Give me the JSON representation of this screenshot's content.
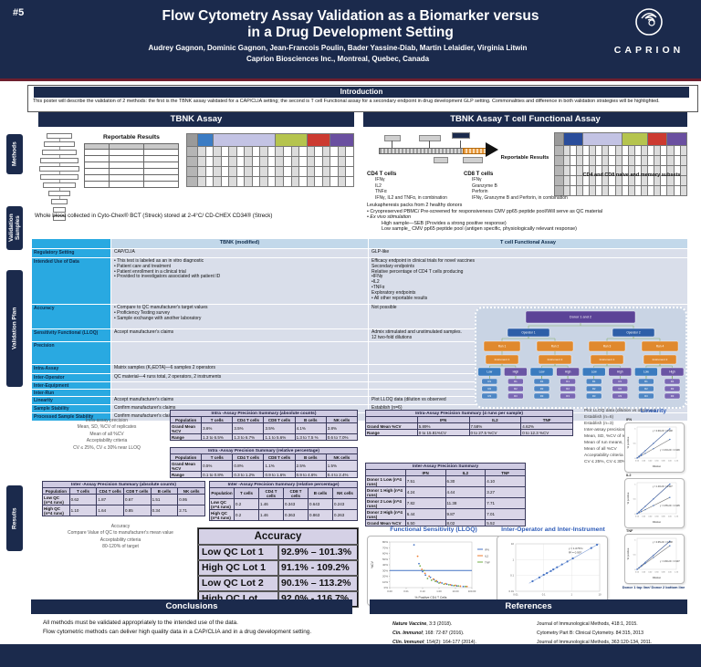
{
  "colors": {
    "navy": "#1b2a4c",
    "label_blue": "#29a9e1",
    "maroon": "#6e1f2e",
    "lavender": "#dad6e8",
    "chart_blue": "#2d5bb8",
    "series": [
      "#4472c4",
      "#ed7d31",
      "#70ad47"
    ]
  },
  "header": {
    "poster_number": "#5",
    "title_line1": "Flow Cytometry Assay Validation as a Biomarker versus",
    "title_line2": "in a Drug Development Setting",
    "authors": "Audrey Gagnon, Dominic Gagnon, Jean-Francois Poulin, Bader Yassine-Diab, Martin Lelaidier, Virginia Litwin",
    "affiliation": "Caprion Biosciences Inc., Montreal, Quebec, Canada",
    "logo_text": "CAPRION"
  },
  "intro": {
    "heading": "Introduction",
    "text": "This poster will describe the validation of 2 methods: the first is the TBNK assay validated for a CAP/CLIA setting; the second is T cell Functional assay for a secondary endpoint in drug development GLP setting. Commonalities and difference in both validation strategies will be highlighted."
  },
  "columns": {
    "tbnk_title": "TBNK Assay",
    "tcell_title": "TBNK Assay T cell Functional Assay"
  },
  "sidebar": {
    "items": [
      {
        "label": "Methods"
      },
      {
        "label": "Validation Samples"
      },
      {
        "label": "Validation Plan"
      },
      {
        "label": "Results"
      }
    ]
  },
  "methods": {
    "left": {
      "reportable_title": "Reportable Results",
      "gating_groups": [
        {
          "color": "#3b7cc4",
          "span": 2
        },
        {
          "color": "#c3c3e4",
          "span": 8
        },
        {
          "color": "#b5c44e",
          "span": 4
        },
        {
          "color": "#cc3a30",
          "span": 3
        },
        {
          "color": "#6a4fa0",
          "span": 3
        }
      ],
      "gating_rows": 4
    },
    "right": {
      "reportable_label": "Reportable Results",
      "cd4_title": "CD4 T cells",
      "cd4_items": [
        "IFNγ",
        "IL2",
        "TNFα",
        "IFNγ, IL2 and TNFα, in combination"
      ],
      "cd8_title": "CD8 T cells",
      "cd8_items": [
        "IFNγ",
        "Granzyme B",
        "Perforin",
        "IFNγ, Granzyme B and Perforin, in combination"
      ],
      "subsets_caption": "CD4 and CD8 naïve and memory subsets",
      "gating_groups": [
        {
          "color": "#2a4d9b",
          "span": 3
        },
        {
          "color": "#c3c3e4",
          "span": 6
        },
        {
          "color": "#b5c44e",
          "span": 4
        },
        {
          "color": "#cc3a30",
          "span": 3
        },
        {
          "color": "#6a4fa0",
          "span": 3
        }
      ],
      "gating_rows": 5
    }
  },
  "validation_samples": {
    "left": "Whole blood collected in Cyto-Chex® BCT (Streck) stored at 2-4°C/ CD-CHEX CD34® (Streck)",
    "right_lines": [
      "Leukapheresis packs from 2 healthy donors",
      "Cryopreserved PBMC/ Pre-screened for responsiveness CMV pp65 peptide pool/Will serve as QC material",
      "Ex vivo stimulation",
      "High sample—SEB (Provides a strong positive response)",
      "Low sample_ CMV pp65 peptide pool (antigen specific, physiologically relevant response)"
    ]
  },
  "validation_plan": {
    "col1_header": "TBNK (modified)",
    "col2_header": "T cell Functional Assay",
    "rows": [
      {
        "label": "Regulatory Setting",
        "tbnk": [
          "CAP/CLIA"
        ],
        "tcell": [
          "GLP-like"
        ]
      },
      {
        "label": "Intended Use of Data",
        "tbnk": [
          "•  This test is labeled as an in vitro diagnostic",
          "•  Patient care and treatment",
          "•  Patient enrollment in a clinical trial",
          "•  Provided to investigators associated with patient ID"
        ],
        "tcell": [
          "Efficacy endpoint in clinical trials for novel vaccines",
          "Secondary endpoints",
          "Relative percentage of CD4 T cells producing",
          "•IFNγ",
          "•IL2",
          "•TNFα",
          "Exploratory endpoints",
          "•  All other reportable results"
        ]
      },
      {
        "label": "Accuracy",
        "tbnk": [
          "•  Compare to QC manufacturer's target values",
          "•  Proficiency Testing survey",
          "•  Sample exchange with another laboratory"
        ],
        "tcell": [
          "Not possible"
        ]
      },
      {
        "label": "Sensitivity Functional (LLOQ)",
        "tbnk": [
          "Accept manufacturer's claims"
        ],
        "tcell": [
          "Admix stimulated and unstimulated samples.",
          "12 two-fold dilutions"
        ]
      },
      {
        "label": "Precision",
        "tbnk": [],
        "tcell": []
      },
      {
        "label": "Intra-Assay",
        "tbnk": [
          "Matrix samples (K₂EDTA)—6 samples 2 operators"
        ],
        "tcell": []
      },
      {
        "label": "Inter-Operator",
        "tbnk": [
          "QC material—4 runs total, 2 operators, 2 instruments"
        ],
        "tcell": []
      },
      {
        "label": "Inter-Equipment",
        "tbnk": [],
        "tcell": []
      },
      {
        "label": "Inter-Run",
        "tbnk": [],
        "tcell": []
      },
      {
        "label": "Linearity",
        "tbnk": [
          "Accept manufacturer's claims"
        ],
        "tcell": [
          "Plot LLOQ data (dilution vs observed"
        ]
      },
      {
        "label": "Sample Stability",
        "tbnk": [
          "Confirm manufacturer's claims"
        ],
        "tcell": [
          "Establish (n=6)"
        ]
      },
      {
        "label": "Processed Sample Stability",
        "tbnk": [
          "Confirm manufacturer's claims"
        ],
        "tcell": [
          "Establish (n=3)"
        ]
      }
    ],
    "tree": {
      "root": "Donor 1 and 2",
      "operators": [
        "Operator 1",
        "Operator 2"
      ],
      "runs": [
        "Run 1",
        "Run 2",
        "Run 3",
        "Run 4"
      ],
      "instruments": [
        "Instrument 1",
        "Instrument 2",
        "Instrument 1",
        "Instrument 2"
      ],
      "levels": [
        "Low",
        "High"
      ],
      "replicates": [
        "R1",
        "R2",
        "R3"
      ]
    }
  },
  "results": {
    "left": {
      "intra_note": [
        "Intra-assay precision",
        "Mean, SD, %CV of replicates",
        "Mean of all %CV",
        "Acceptability criteria",
        "CV ≤ 25%, CV ≤ 30% near LLOQ"
      ],
      "intra_abs": {
        "title": "Intra -Assay Precision Summary (absolute counts)",
        "headers": [
          "Population",
          "T cells",
          "CD4 T cells",
          "CD8 T cells",
          "B cells",
          "NK cells"
        ],
        "rows": [
          [
            "Grand Mean %CV",
            "3.6%",
            "3.5%",
            "3.5%",
            "4.1%",
            "3.8%"
          ],
          [
            "Range",
            "1.3 to 6.5%",
            "1.3 to 6.7%",
            "1.1 to 5.6%",
            "1.3 to 7.5 %",
            "0.6 to 7.0%"
          ]
        ]
      },
      "intra_rel": {
        "title": "Intra -Assay Precision Summary (relative percentage)",
        "headers": [
          "Population",
          "T cells",
          "CD4 T cells",
          "CD8 T cells",
          "B cells",
          "NK cells"
        ],
        "rows": [
          [
            "Grand Mean %CV",
            "0.5%",
            "0.8%",
            "1.1%",
            "2.5%",
            "1.5%"
          ],
          [
            "Range",
            "0.1 to 0.8%",
            "0.3 to 1.2%",
            "0.9 to 1.6%",
            "0.9 to 4.6%",
            "0.4 to 2.4%"
          ]
        ]
      },
      "inter_abs": {
        "title": "Inter -Assay Precision Summary (absolute counts)",
        "headers": [
          "Population",
          "T cells",
          "CD4 T cells",
          "CD8 T cells",
          "B cells",
          "NK cells"
        ],
        "rows": [
          [
            "Low QC (n=4 runs)",
            "0.62",
            "1.87",
            "0.67",
            "1.51",
            "0.95"
          ],
          [
            "High QC (n=4 runs)",
            "1.10",
            "1.64",
            "0.85",
            "0.34",
            "2.71"
          ]
        ]
      },
      "inter_rel": {
        "title": "Inter -Assay Precision Summary (relative percentage)",
        "headers": [
          "Population",
          "T cells",
          "CD4 T cells",
          "CD8 T cells",
          "B cells",
          "NK cells"
        ],
        "rows": [
          [
            "Low QC (n=4 runs)",
            "0.2",
            "1.46",
            "0.343",
            "0.643",
            "0.243"
          ],
          [
            "High QC (n=4 runs)",
            "0.2",
            "1.46",
            "0.363",
            "0.863",
            "0.263"
          ]
        ]
      },
      "accuracy_note": [
        "Accuracy",
        "Compare Value of QC to manufacturer's mean value",
        "Acceptability criteria",
        "80-120% of target"
      ],
      "accuracy": {
        "title": "Accuracy",
        "rows": [
          [
            "Low QC Lot 1",
            "92.9% – 101.3%"
          ],
          [
            "High QC Lot 1",
            "91.1% - 109.2%"
          ],
          [
            "Low QC Lot 2",
            "90.1% – 113.2%"
          ],
          [
            "High QC Lot",
            "92.0% - 116.7%"
          ]
        ]
      }
    },
    "right": {
      "intra": {
        "title": "Intra-Assay Precision Summary (4 runs per sample)",
        "headers": [
          "",
          "IFN",
          "IL2",
          "TNF"
        ],
        "rows": [
          [
            "Grand Mean %CV",
            "5.89%",
            "7.58%",
            "4.62%"
          ],
          [
            "Range",
            "0 to 15.81%CV",
            "0 to 27.5 %CV",
            "0 to 12.3 %CV"
          ]
        ]
      },
      "note": [
        "Plot LLOQ data (dilution vs observed",
        "Establish (n=6)",
        "Establish (n=3)",
        "Inter-assay precision",
        "Mean, SD, %CV of replicates",
        "Mean of run means, SD, %CV",
        "Mean of all %CV",
        "Acceptability criteria",
        "CV ≤ 25%, CV ≤ 30% near LLOQ"
      ],
      "inter": {
        "title": "Inter-Assay Precision Summary",
        "headers": [
          "",
          "IFN",
          "IL2",
          "TNF"
        ],
        "rows": [
          [
            "Donor 1 Low (n=4 runs)",
            "7.51",
            "6.30",
            "4.10"
          ],
          [
            "Donor 1 High (n=4 runs)",
            "4.24",
            "4.44",
            "3.27"
          ],
          [
            "Donor 2 Low (n=4 runs)",
            "7.82",
            "11.38",
            "7.71"
          ],
          [
            "Donor 2 High (n=4 runs)",
            "6.44",
            "9.87",
            "7.01"
          ],
          [
            "Grand Mean %CV",
            "6.50",
            "8.02",
            "5.52"
          ]
        ]
      }
    }
  },
  "conclusions": {
    "heading": "Conclusions",
    "lines": [
      "All methods must be validated appropriately to the intended use of the data.",
      "Flow cytometric methods can deliver high quality data in a CAP/CLIA and in a drug development setting."
    ]
  },
  "references": {
    "heading": "References",
    "col1": [
      {
        "source": "Nature Vaccine",
        "rest": ", 3:3 (2018)."
      },
      {
        "source": "Cin. Immunol",
        "rest": "; 168: 72-87 (2016)."
      },
      {
        "source": "Clin. Immunol",
        "rest": "; 154(2): 164-177 (2014)."
      }
    ],
    "col2": [
      "Journal of Immunological Methods, 418:1, 2015.",
      "Cytometry Part B: Clinical Cytometry. 84:315, 2013",
      "Journal of Immunological Methods, 363:120-134, 2011."
    ]
  },
  "chart_data": [
    {
      "id": "lloq",
      "type": "scatter",
      "title": "Functional Sensitivity (LLOQ)",
      "xlabel": "% Positive CD4 T Cells",
      "ylabel": "%CV",
      "x_scale": "log",
      "x_ticks": [
        "0.00",
        "0.01",
        "0.10",
        "1.00",
        "10.00",
        "100.00"
      ],
      "y_ticks": [
        "0%",
        "10%",
        "20%",
        "30%",
        "40%",
        "50%",
        "60%",
        "70%",
        "80%"
      ],
      "ylim": [
        0,
        80
      ],
      "threshold_y": 30,
      "legend": [
        "IFN",
        "IL2",
        "TNF"
      ],
      "series": [
        {
          "name": "IFN",
          "points": [
            [
              0.03,
              75
            ],
            [
              0.06,
              42
            ],
            [
              0.1,
              28
            ],
            [
              0.15,
              22
            ],
            [
              0.3,
              18
            ],
            [
              0.5,
              14
            ],
            [
              0.8,
              10
            ],
            [
              1.5,
              8
            ],
            [
              3,
              6
            ],
            [
              6,
              4
            ],
            [
              12,
              3
            ],
            [
              30,
              2
            ]
          ]
        },
        {
          "name": "IL2",
          "points": [
            [
              0.05,
              55
            ],
            [
              0.09,
              32
            ],
            [
              0.14,
              25
            ],
            [
              0.25,
              20
            ],
            [
              0.45,
              15
            ],
            [
              0.7,
              12
            ],
            [
              1.2,
              9
            ],
            [
              2.5,
              7
            ],
            [
              5,
              5
            ],
            [
              10,
              4
            ],
            [
              20,
              2.5
            ],
            [
              50,
              2
            ]
          ]
        },
        {
          "name": "TNF",
          "points": [
            [
              0.07,
              38
            ],
            [
              0.12,
              30
            ],
            [
              0.2,
              16
            ],
            [
              0.35,
              13
            ],
            [
              0.6,
              11
            ],
            [
              1,
              8
            ],
            [
              2,
              6
            ],
            [
              4,
              5
            ],
            [
              8,
              3.5
            ],
            [
              15,
              3
            ],
            [
              40,
              2
            ]
          ]
        }
      ]
    },
    {
      "id": "interop",
      "type": "scatter",
      "title": "Inter-Operator and Inter-Instrument",
      "x_scale": "log",
      "y_scale": "log",
      "x_ticks": [
        "0.01",
        "0.1",
        "1",
        "10"
      ],
      "y_ticks": [
        "0.01",
        "0.1",
        "1",
        "10"
      ],
      "annotation": [
        "y = 1.0767x",
        "R² = 0.997"
      ],
      "points": [
        [
          0.04,
          0.043
        ],
        [
          0.07,
          0.075
        ],
        [
          0.1,
          0.11
        ],
        [
          0.13,
          0.14
        ],
        [
          0.18,
          0.19
        ],
        [
          0.22,
          0.24
        ],
        [
          0.3,
          0.33
        ],
        [
          0.45,
          0.5
        ],
        [
          0.7,
          0.76
        ],
        [
          1.1,
          1.2
        ],
        [
          5,
          5.4
        ],
        [
          8,
          8.7
        ]
      ],
      "line": [
        [
          0.03,
          0.032
        ],
        [
          9,
          9.7
        ]
      ]
    },
    {
      "id": "linearity",
      "type": "line",
      "title": "Linearity",
      "caption": "Donor 1 top line/ Donor 2 bottom line",
      "xlabel": "Dilution",
      "ylabel": "% positive",
      "x_ticks": [
        "0.00",
        "0.20",
        "0.40",
        "0.60",
        "0.80",
        "1.00",
        "1.20"
      ],
      "charts": [
        {
          "label": "IFN",
          "slope1": 0.99,
          "slope2": 0.63,
          "eq1": "y = 0.99x R² = 0.998",
          "eq2": "y = 0.63x R² = 0.996"
        },
        {
          "label": "IL2",
          "slope1": 1.0,
          "slope2": 0.55,
          "eq1": "y = 1.00x R² = 0.997",
          "eq2": "y = 0.55x R² = 0.995"
        },
        {
          "label": "TNF",
          "slope1": 0.95,
          "slope2": 0.8,
          "eq1": "y = 0.95x R² = 0.998",
          "eq2": "y = 0.80x R² = 0.997"
        }
      ]
    }
  ]
}
